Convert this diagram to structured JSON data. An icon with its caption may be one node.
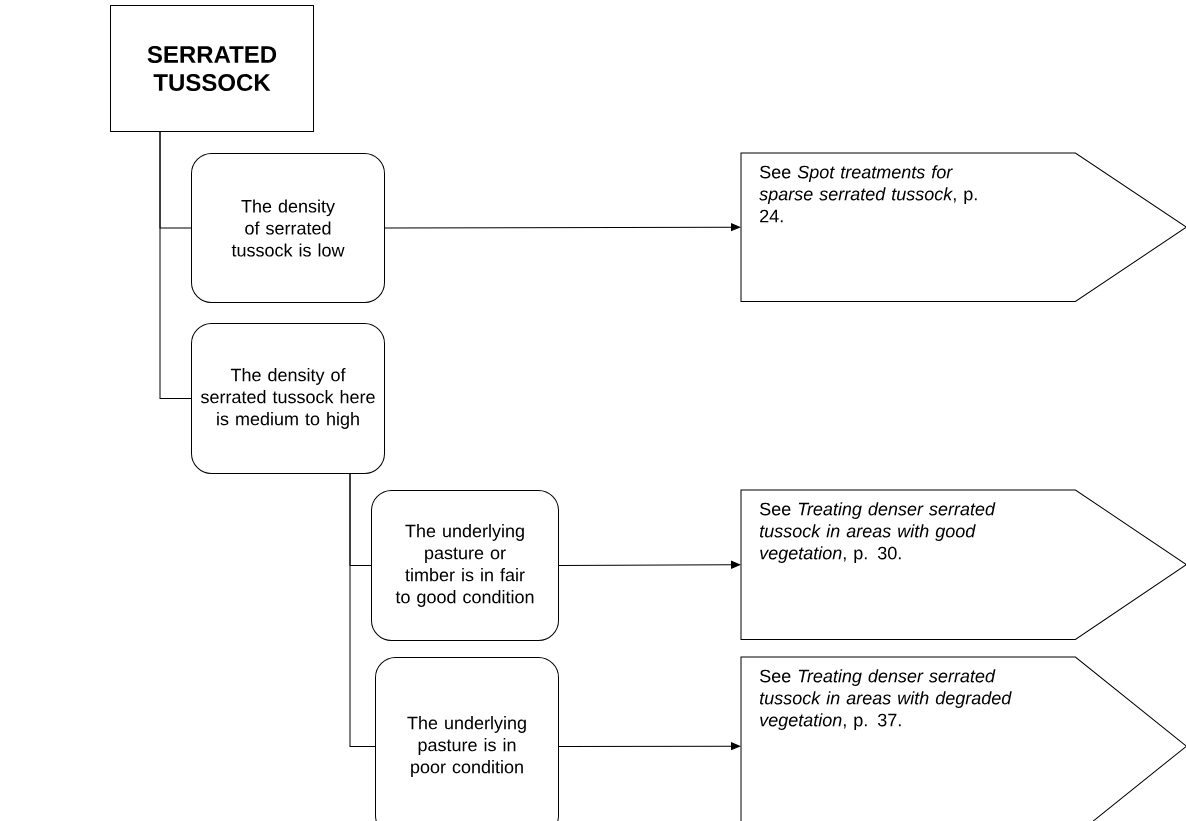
{
  "diagram": {
    "nodes": [
      {
        "text": [
          "SERRATED TUSSOCK"
        ]
      },
      {
        "text": [
          "The density of serrated tussock is low"
        ]
      },
      {
        "text": [
          "See *Spot treatments for sparse serrated tussock*, p. 24."
        ]
      },
      {
        "text": [
          "The density of serrated tussock here is medium to high"
        ]
      },
      {
        "text": [
          "The underlying pasture or timber is in fair to good condition"
        ]
      },
      {
        "text": [
          "See *Treating denser serrated tussock in areas with good vegetation*, p. 30."
        ]
      },
      {
        "text": [
          "The underlying pasture is in poor condition"
        ]
      },
      {
        "text": [
          "See *Treating denser serrated tussock in areas with degraded vegetation*, p. 37."
        ]
      }
    ],
    "edges": [
      {
        "from": 0,
        "to": 1,
        "arrow": "none"
      },
      {
        "from": 0,
        "to": 3,
        "arrow": "none"
      },
      {
        "from": 1,
        "to": 2,
        "arrow": "to"
      },
      {
        "from": 3,
        "to": 4,
        "arrow": "none"
      },
      {
        "from": 3,
        "to": 6,
        "arrow": "none"
      },
      {
        "from": 4,
        "to": 5,
        "arrow": "to"
      },
      {
        "from": 6,
        "to": 7,
        "arrow": "to"
      }
    ]
  }
}
